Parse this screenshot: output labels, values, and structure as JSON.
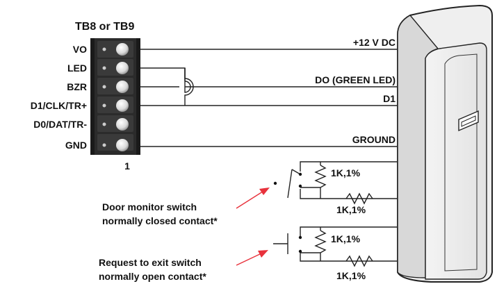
{
  "terminal_block": {
    "title": "TB8 or TB9",
    "pins": [
      "VO",
      "LED",
      "BZR",
      "D1/CLK/TR+",
      "D0/DAT/TR-",
      "GND"
    ],
    "pin_one_marker": "1"
  },
  "wires": {
    "power": "+12 V DC",
    "d0": "DO (GREEN LED)",
    "d1": "D1",
    "ground": "GROUND"
  },
  "door_monitor": {
    "caption_line1": "Door monitor switch",
    "caption_line2": "normally closed contact*",
    "resistor_parallel": "1K,1%",
    "resistor_series": "1K,1%"
  },
  "request_to_exit": {
    "caption_line1": "Request to exit switch",
    "caption_line2": "normally open contact*",
    "resistor_parallel": "1K,1%",
    "resistor_series": "1K,1%"
  },
  "colors": {
    "arrow": "#e8323c",
    "terminal_body": "#2b2b2b",
    "screw": "#e6e6e6"
  }
}
